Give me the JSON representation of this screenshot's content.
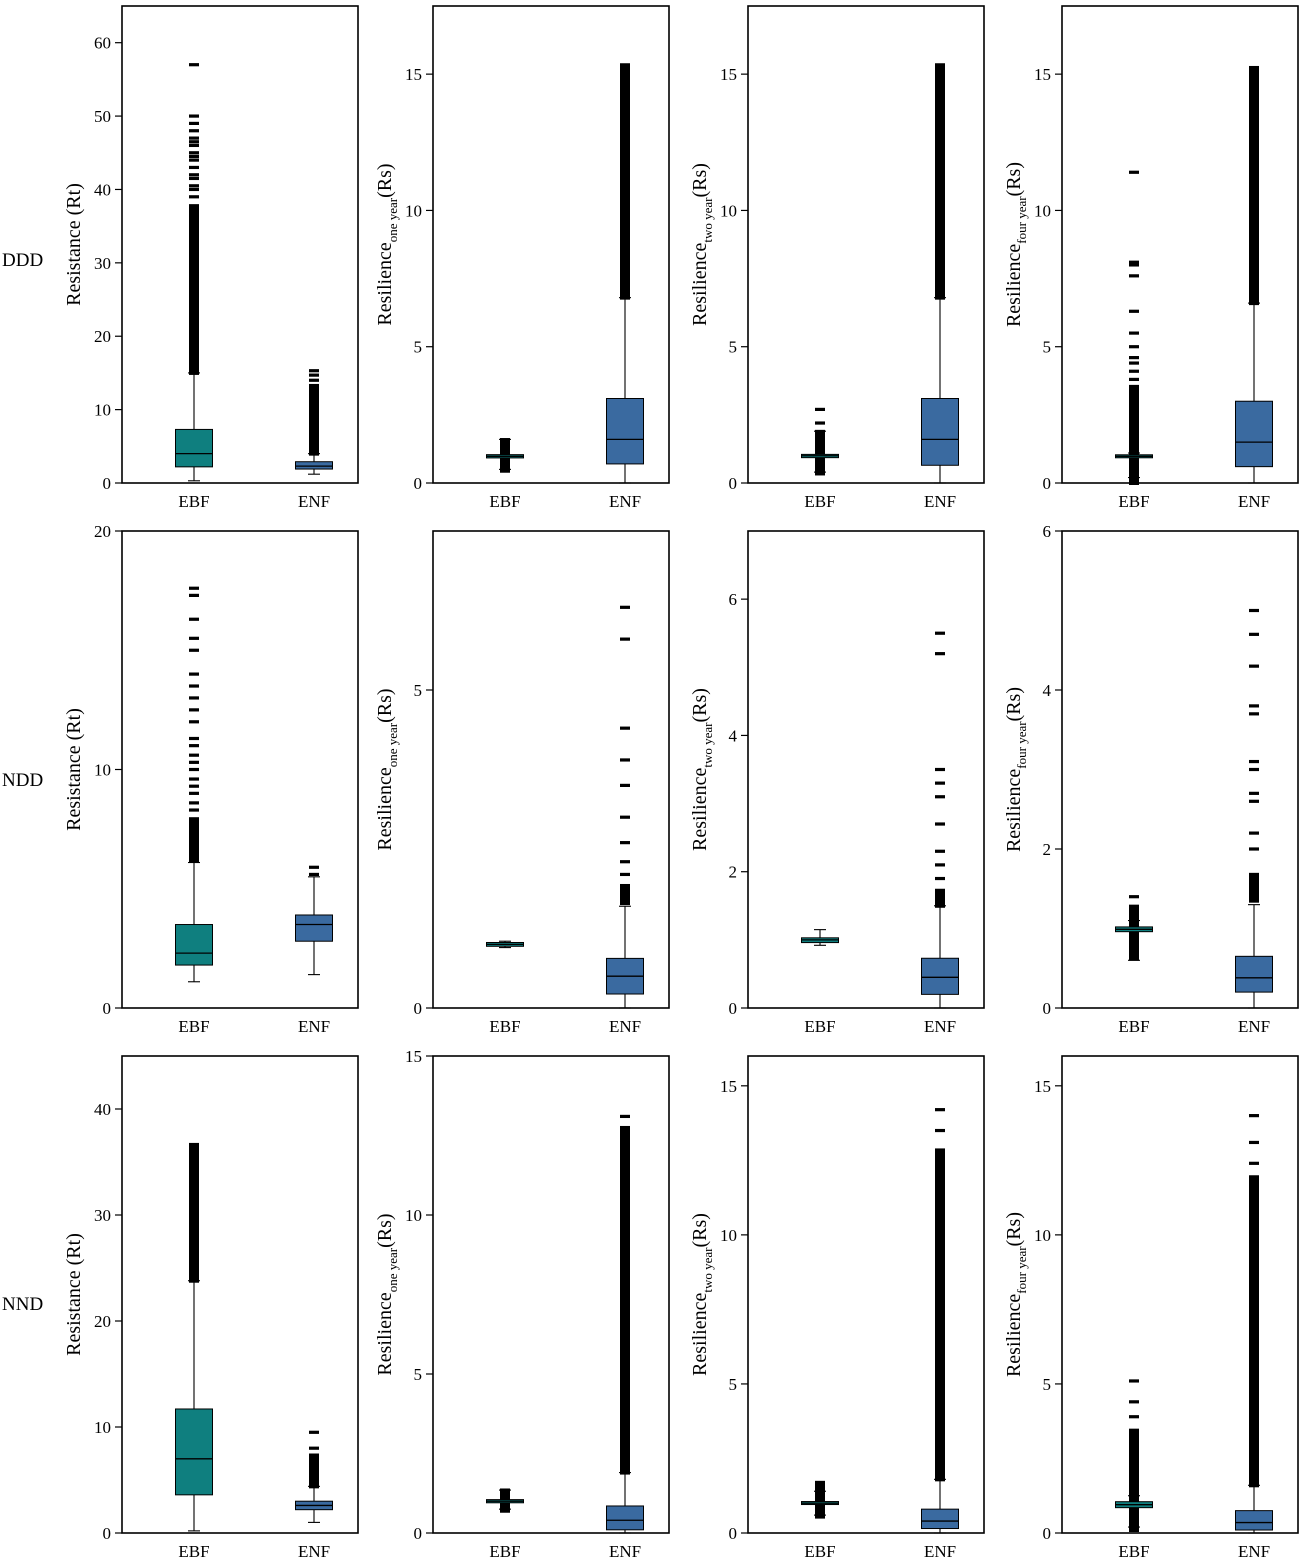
{
  "colors": {
    "EBF": "#0f7f7f",
    "ENF": "#3a6aa0",
    "outlier": "#000000",
    "frame": "#000000"
  },
  "rows": [
    {
      "label": "DDD"
    },
    {
      "label": "NDD"
    },
    {
      "label": "NND"
    }
  ],
  "chart_data": [
    {
      "type": "box",
      "row": 0,
      "col": 0,
      "ylabel": {
        "main": "Resistance (Rt)",
        "sub": "",
        "unit": ""
      },
      "ylim": [
        0,
        65
      ],
      "yticks": [
        0,
        10,
        20,
        30,
        40,
        50,
        60
      ],
      "categories": [
        "EBF",
        "ENF"
      ],
      "boxes": [
        {
          "min": 0.3,
          "q1": 2.2,
          "median": 4.0,
          "q3": 7.3,
          "whisker_high": 15.0,
          "outliers_dense": [
            15.0,
            38
          ],
          "outliers_sparse": [
            39,
            40,
            40.5,
            41.5,
            42,
            43,
            44,
            44.5,
            45,
            46,
            46.5,
            47,
            48,
            49,
            50,
            57
          ]
        },
        {
          "min": 1.2,
          "q1": 1.9,
          "median": 2.3,
          "q3": 2.9,
          "whisker_high": 4.0,
          "outliers_dense": [
            4.0,
            13.5
          ],
          "outliers_sparse": [
            14,
            14.7,
            15.3
          ]
        }
      ]
    },
    {
      "type": "box",
      "row": 0,
      "col": 1,
      "ylabel": {
        "main": "Resilience",
        "sub": "one year",
        "unit": "(Rs)"
      },
      "ylim": [
        0,
        17.5
      ],
      "yticks": [
        0,
        5,
        10,
        15
      ],
      "categories": [
        "EBF",
        "ENF"
      ],
      "boxes": [
        {
          "min": 0.5,
          "q1": 0.92,
          "median": 0.98,
          "q3": 1.04,
          "whisker_high": 1.6,
          "outliers_dense": [
            0.45,
            1.65
          ],
          "outliers_sparse": []
        },
        {
          "min": 0.0,
          "q1": 0.7,
          "median": 1.6,
          "q3": 3.1,
          "whisker_high": 6.8,
          "outliers_dense": [
            6.8,
            15.4
          ],
          "outliers_sparse": []
        }
      ]
    },
    {
      "type": "box",
      "row": 0,
      "col": 2,
      "ylabel": {
        "main": "Resilience",
        "sub": "two year",
        "unit": "(Rs)"
      },
      "ylim": [
        0,
        17.5
      ],
      "yticks": [
        0,
        5,
        10,
        15
      ],
      "categories": [
        "EBF",
        "ENF"
      ],
      "boxes": [
        {
          "min": 0.4,
          "q1": 0.93,
          "median": 1.0,
          "q3": 1.05,
          "whisker_high": 1.9,
          "outliers_dense": [
            0.35,
            1.95
          ],
          "outliers_sparse": [
            2.2,
            2.7
          ]
        },
        {
          "min": 0.0,
          "q1": 0.65,
          "median": 1.6,
          "q3": 3.1,
          "whisker_high": 6.8,
          "outliers_dense": [
            6.8,
            15.4
          ],
          "outliers_sparse": []
        }
      ]
    },
    {
      "type": "box",
      "row": 0,
      "col": 3,
      "ylabel": {
        "main": "Resilience",
        "sub": "four year",
        "unit": "(Rs)"
      },
      "ylim": [
        0,
        17.5
      ],
      "yticks": [
        0,
        5,
        10,
        15
      ],
      "categories": [
        "EBF",
        "ENF"
      ],
      "boxes": [
        {
          "min": 0.2,
          "q1": 0.93,
          "median": 0.98,
          "q3": 1.03,
          "whisker_high": 1.1,
          "outliers_dense": [
            0.0,
            3.6
          ],
          "outliers_sparse": [
            3.8,
            4.1,
            4.4,
            4.6,
            5.0,
            5.5,
            6.3,
            7.6,
            8.0,
            8.1,
            11.4
          ]
        },
        {
          "min": 0.0,
          "q1": 0.6,
          "median": 1.5,
          "q3": 3.0,
          "whisker_high": 6.6,
          "outliers_dense": [
            6.6,
            15.3
          ],
          "outliers_sparse": []
        }
      ]
    },
    {
      "type": "box",
      "row": 1,
      "col": 0,
      "ylabel": {
        "main": "Resistance (Rt)",
        "sub": "",
        "unit": ""
      },
      "ylim": [
        0,
        20
      ],
      "yticks": [
        0,
        10,
        20
      ],
      "categories": [
        "EBF",
        "ENF"
      ],
      "boxes": [
        {
          "min": 1.1,
          "q1": 1.8,
          "median": 2.3,
          "q3": 3.5,
          "whisker_high": 6.1,
          "outliers_dense": [
            6.2,
            8.0
          ],
          "outliers_sparse": [
            8.3,
            8.6,
            9.0,
            9.3,
            9.6,
            10.0,
            10.3,
            10.6,
            11.0,
            11.3,
            12.0,
            12.5,
            13.0,
            13.5,
            14.0,
            15.0,
            15.5,
            16.3,
            17.3,
            17.6
          ]
        },
        {
          "min": 1.4,
          "q1": 2.8,
          "median": 3.5,
          "q3": 3.9,
          "whisker_high": 5.5,
          "outliers_dense": [],
          "outliers_sparse": [
            5.6,
            5.9
          ]
        }
      ]
    },
    {
      "type": "box",
      "row": 1,
      "col": 1,
      "ylabel": {
        "main": "Resilience",
        "sub": "one year",
        "unit": "(Rs)"
      },
      "ylim": [
        0,
        7.5
      ],
      "yticks": [
        0,
        5
      ],
      "categories": [
        "EBF",
        "ENF"
      ],
      "boxes": [
        {
          "min": 0.95,
          "q1": 0.97,
          "median": 1.0,
          "q3": 1.03,
          "whisker_high": 1.05,
          "outliers_dense": [],
          "outliers_sparse": []
        },
        {
          "min": 0.0,
          "q1": 0.22,
          "median": 0.5,
          "q3": 0.78,
          "whisker_high": 1.6,
          "outliers_dense": [
            1.65,
            1.95
          ],
          "outliers_sparse": [
            2.1,
            2.3,
            2.6,
            3.0,
            3.5,
            3.9,
            4.4,
            5.8,
            6.3
          ]
        }
      ]
    },
    {
      "type": "box",
      "row": 1,
      "col": 2,
      "ylabel": {
        "main": "Resilience",
        "sub": "two year",
        "unit": "(Rs)"
      },
      "ylim": [
        0,
        7
      ],
      "yticks": [
        0,
        2,
        4,
        6
      ],
      "categories": [
        "EBF",
        "ENF"
      ],
      "boxes": [
        {
          "min": 0.92,
          "q1": 0.96,
          "median": 1.0,
          "q3": 1.03,
          "whisker_high": 1.15,
          "outliers_dense": [],
          "outliers_sparse": []
        },
        {
          "min": 0.0,
          "q1": 0.2,
          "median": 0.45,
          "q3": 0.73,
          "whisker_high": 1.5,
          "outliers_dense": [
            1.5,
            1.75
          ],
          "outliers_sparse": [
            1.9,
            2.1,
            2.3,
            2.7,
            3.1,
            3.3,
            3.5,
            5.2,
            5.5
          ]
        }
      ]
    },
    {
      "type": "box",
      "row": 1,
      "col": 3,
      "ylabel": {
        "main": "Resilience",
        "sub": "four year",
        "unit": "(Rs)"
      },
      "ylim": [
        0,
        6
      ],
      "yticks": [
        0,
        2,
        4,
        6
      ],
      "categories": [
        "EBF",
        "ENF"
      ],
      "boxes": [
        {
          "min": 0.6,
          "q1": 0.96,
          "median": 0.99,
          "q3": 1.02,
          "whisker_high": 1.1,
          "outliers_dense": [
            0.62,
            1.3
          ],
          "outliers_sparse": [
            1.4
          ]
        },
        {
          "min": 0.0,
          "q1": 0.2,
          "median": 0.38,
          "q3": 0.65,
          "whisker_high": 1.3,
          "outliers_dense": [
            1.35,
            1.7
          ],
          "outliers_sparse": [
            2.0,
            2.2,
            2.6,
            2.7,
            3.0,
            3.1,
            3.7,
            3.8,
            4.3,
            4.7,
            5.0
          ]
        }
      ]
    },
    {
      "type": "box",
      "row": 2,
      "col": 0,
      "ylabel": {
        "main": "Resistance (Rt)",
        "sub": "",
        "unit": ""
      },
      "ylim": [
        0,
        45
      ],
      "yticks": [
        0,
        10,
        20,
        30,
        40
      ],
      "categories": [
        "EBF",
        "ENF"
      ],
      "boxes": [
        {
          "min": 0.2,
          "q1": 3.6,
          "median": 7.0,
          "q3": 11.7,
          "whisker_high": 23.8,
          "outliers_dense": [
            23.8,
            36.8
          ],
          "outliers_sparse": []
        },
        {
          "min": 1.0,
          "q1": 2.2,
          "median": 2.6,
          "q3": 3.0,
          "whisker_high": 4.4,
          "outliers_dense": [
            4.4,
            7.5
          ],
          "outliers_sparse": [
            8.0,
            9.5
          ]
        }
      ]
    },
    {
      "type": "box",
      "row": 2,
      "col": 1,
      "ylabel": {
        "main": "Resilience",
        "sub": "one year",
        "unit": "(Rs)"
      },
      "ylim": [
        0,
        15
      ],
      "yticks": [
        0,
        5,
        10,
        15
      ],
      "categories": [
        "EBF",
        "ENF"
      ],
      "boxes": [
        {
          "min": 0.75,
          "q1": 0.95,
          "median": 1.0,
          "q3": 1.05,
          "whisker_high": 1.35,
          "outliers_dense": [
            0.7,
            1.4
          ],
          "outliers_sparse": []
        },
        {
          "min": 0.0,
          "q1": 0.1,
          "median": 0.4,
          "q3": 0.85,
          "whisker_high": 1.9,
          "outliers_dense": [
            1.9,
            12.8
          ],
          "outliers_sparse": [
            13.1
          ]
        }
      ]
    },
    {
      "type": "box",
      "row": 2,
      "col": 2,
      "ylabel": {
        "main": "Resilience",
        "sub": "two year",
        "unit": "(Rs)"
      },
      "ylim": [
        0,
        16
      ],
      "yticks": [
        0,
        5,
        10,
        15
      ],
      "categories": [
        "EBF",
        "ENF"
      ],
      "boxes": [
        {
          "min": 0.6,
          "q1": 0.96,
          "median": 1.0,
          "q3": 1.05,
          "whisker_high": 1.4,
          "outliers_dense": [
            0.55,
            1.75
          ],
          "outliers_sparse": []
        },
        {
          "min": 0.0,
          "q1": 0.15,
          "median": 0.4,
          "q3": 0.8,
          "whisker_high": 1.8,
          "outliers_dense": [
            1.8,
            12.9
          ],
          "outliers_sparse": [
            13.5,
            14.2
          ]
        }
      ]
    },
    {
      "type": "box",
      "row": 2,
      "col": 3,
      "ylabel": {
        "main": "Resilience",
        "sub": "four year",
        "unit": "(Rs)"
      },
      "ylim": [
        0,
        16
      ],
      "yticks": [
        0,
        5,
        10,
        15
      ],
      "categories": [
        "EBF",
        "ENF"
      ],
      "boxes": [
        {
          "min": 0.2,
          "q1": 0.85,
          "median": 0.95,
          "q3": 1.05,
          "whisker_high": 1.25,
          "outliers_dense": [
            0.1,
            3.5
          ],
          "outliers_sparse": [
            3.9,
            4.4,
            5.1
          ]
        },
        {
          "min": 0.0,
          "q1": 0.1,
          "median": 0.35,
          "q3": 0.75,
          "whisker_high": 1.6,
          "outliers_dense": [
            1.6,
            12.0
          ],
          "outliers_sparse": [
            12.4,
            13.1,
            14.0
          ]
        }
      ]
    }
  ]
}
